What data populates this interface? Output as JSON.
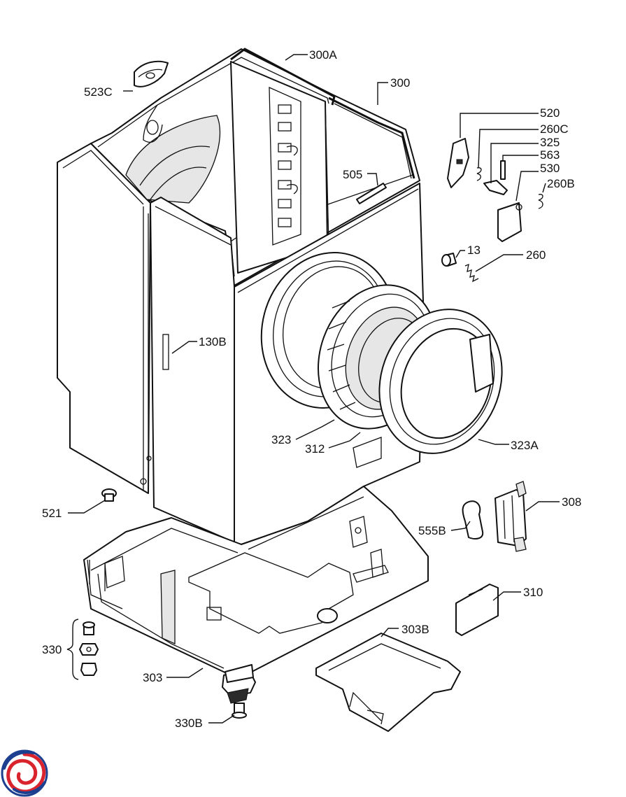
{
  "labels": {
    "p300A": "300A",
    "p300": "300",
    "p523C": "523C",
    "p520": "520",
    "p260C": "260C",
    "p325": "325",
    "p563": "563",
    "p530": "530",
    "p260B": "260B",
    "p505": "505",
    "p13": "13",
    "p260": "260",
    "p130B": "130B",
    "p323": "323",
    "p312": "312",
    "p323A": "323A",
    "p521": "521",
    "p308": "308",
    "p555B": "555B",
    "p310": "310",
    "p303B": "303B",
    "p330": "330",
    "p303": "303",
    "p330B": "330B"
  },
  "colors": {
    "line": "#111111",
    "logo_red": "#d9232d",
    "logo_blue": "#1d3f8f"
  },
  "logo": {
    "name": "spiral-logo"
  }
}
